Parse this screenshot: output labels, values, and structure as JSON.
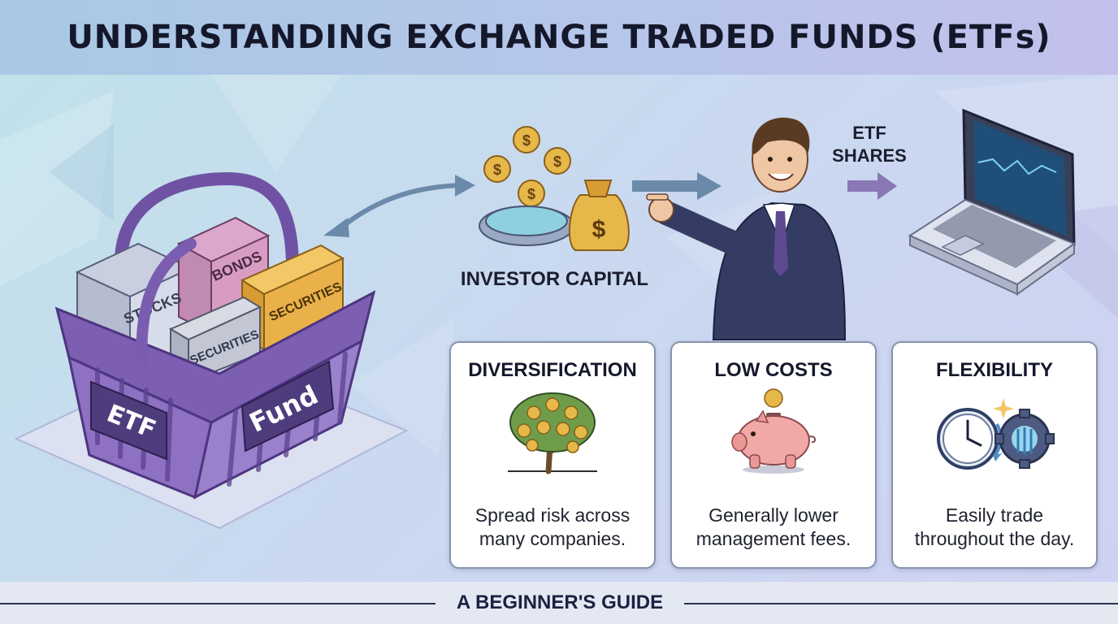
{
  "header": {
    "title": "UNDERSTANDING EXCHANGE TRADED FUNDS (ETFs)"
  },
  "basket": {
    "box_labels": [
      "STOCKS",
      "BONDS",
      "SECURITIES",
      "SECURITIES"
    ],
    "tag_left": "ETF",
    "tag_right": "Fund"
  },
  "flow": {
    "capital_label": "INVESTOR CAPITAL",
    "shares_label_line1": "ETF",
    "shares_label_line2": "SHARES",
    "coin_symbol": "$",
    "bag_symbol": "$"
  },
  "cards": [
    {
      "title": "DIVERSIFICATION",
      "icon": "money-tree-icon",
      "description": "Spread risk across many companies."
    },
    {
      "title": "LOW COSTS",
      "icon": "piggy-bank-icon",
      "description": "Generally lower management fees."
    },
    {
      "title": "FLEXIBILITY",
      "icon": "clock-gear-icon",
      "description": "Easily trade throughout the day."
    }
  ],
  "footer": {
    "subtitle": "A BEGINNER'S GUIDE"
  },
  "colors": {
    "basket_purple": "#8a6bb8",
    "gold": "#e6b84a",
    "navy": "#2c3354",
    "arrow": "#6b8aa9",
    "shares_arrow": "#8a77b6"
  }
}
